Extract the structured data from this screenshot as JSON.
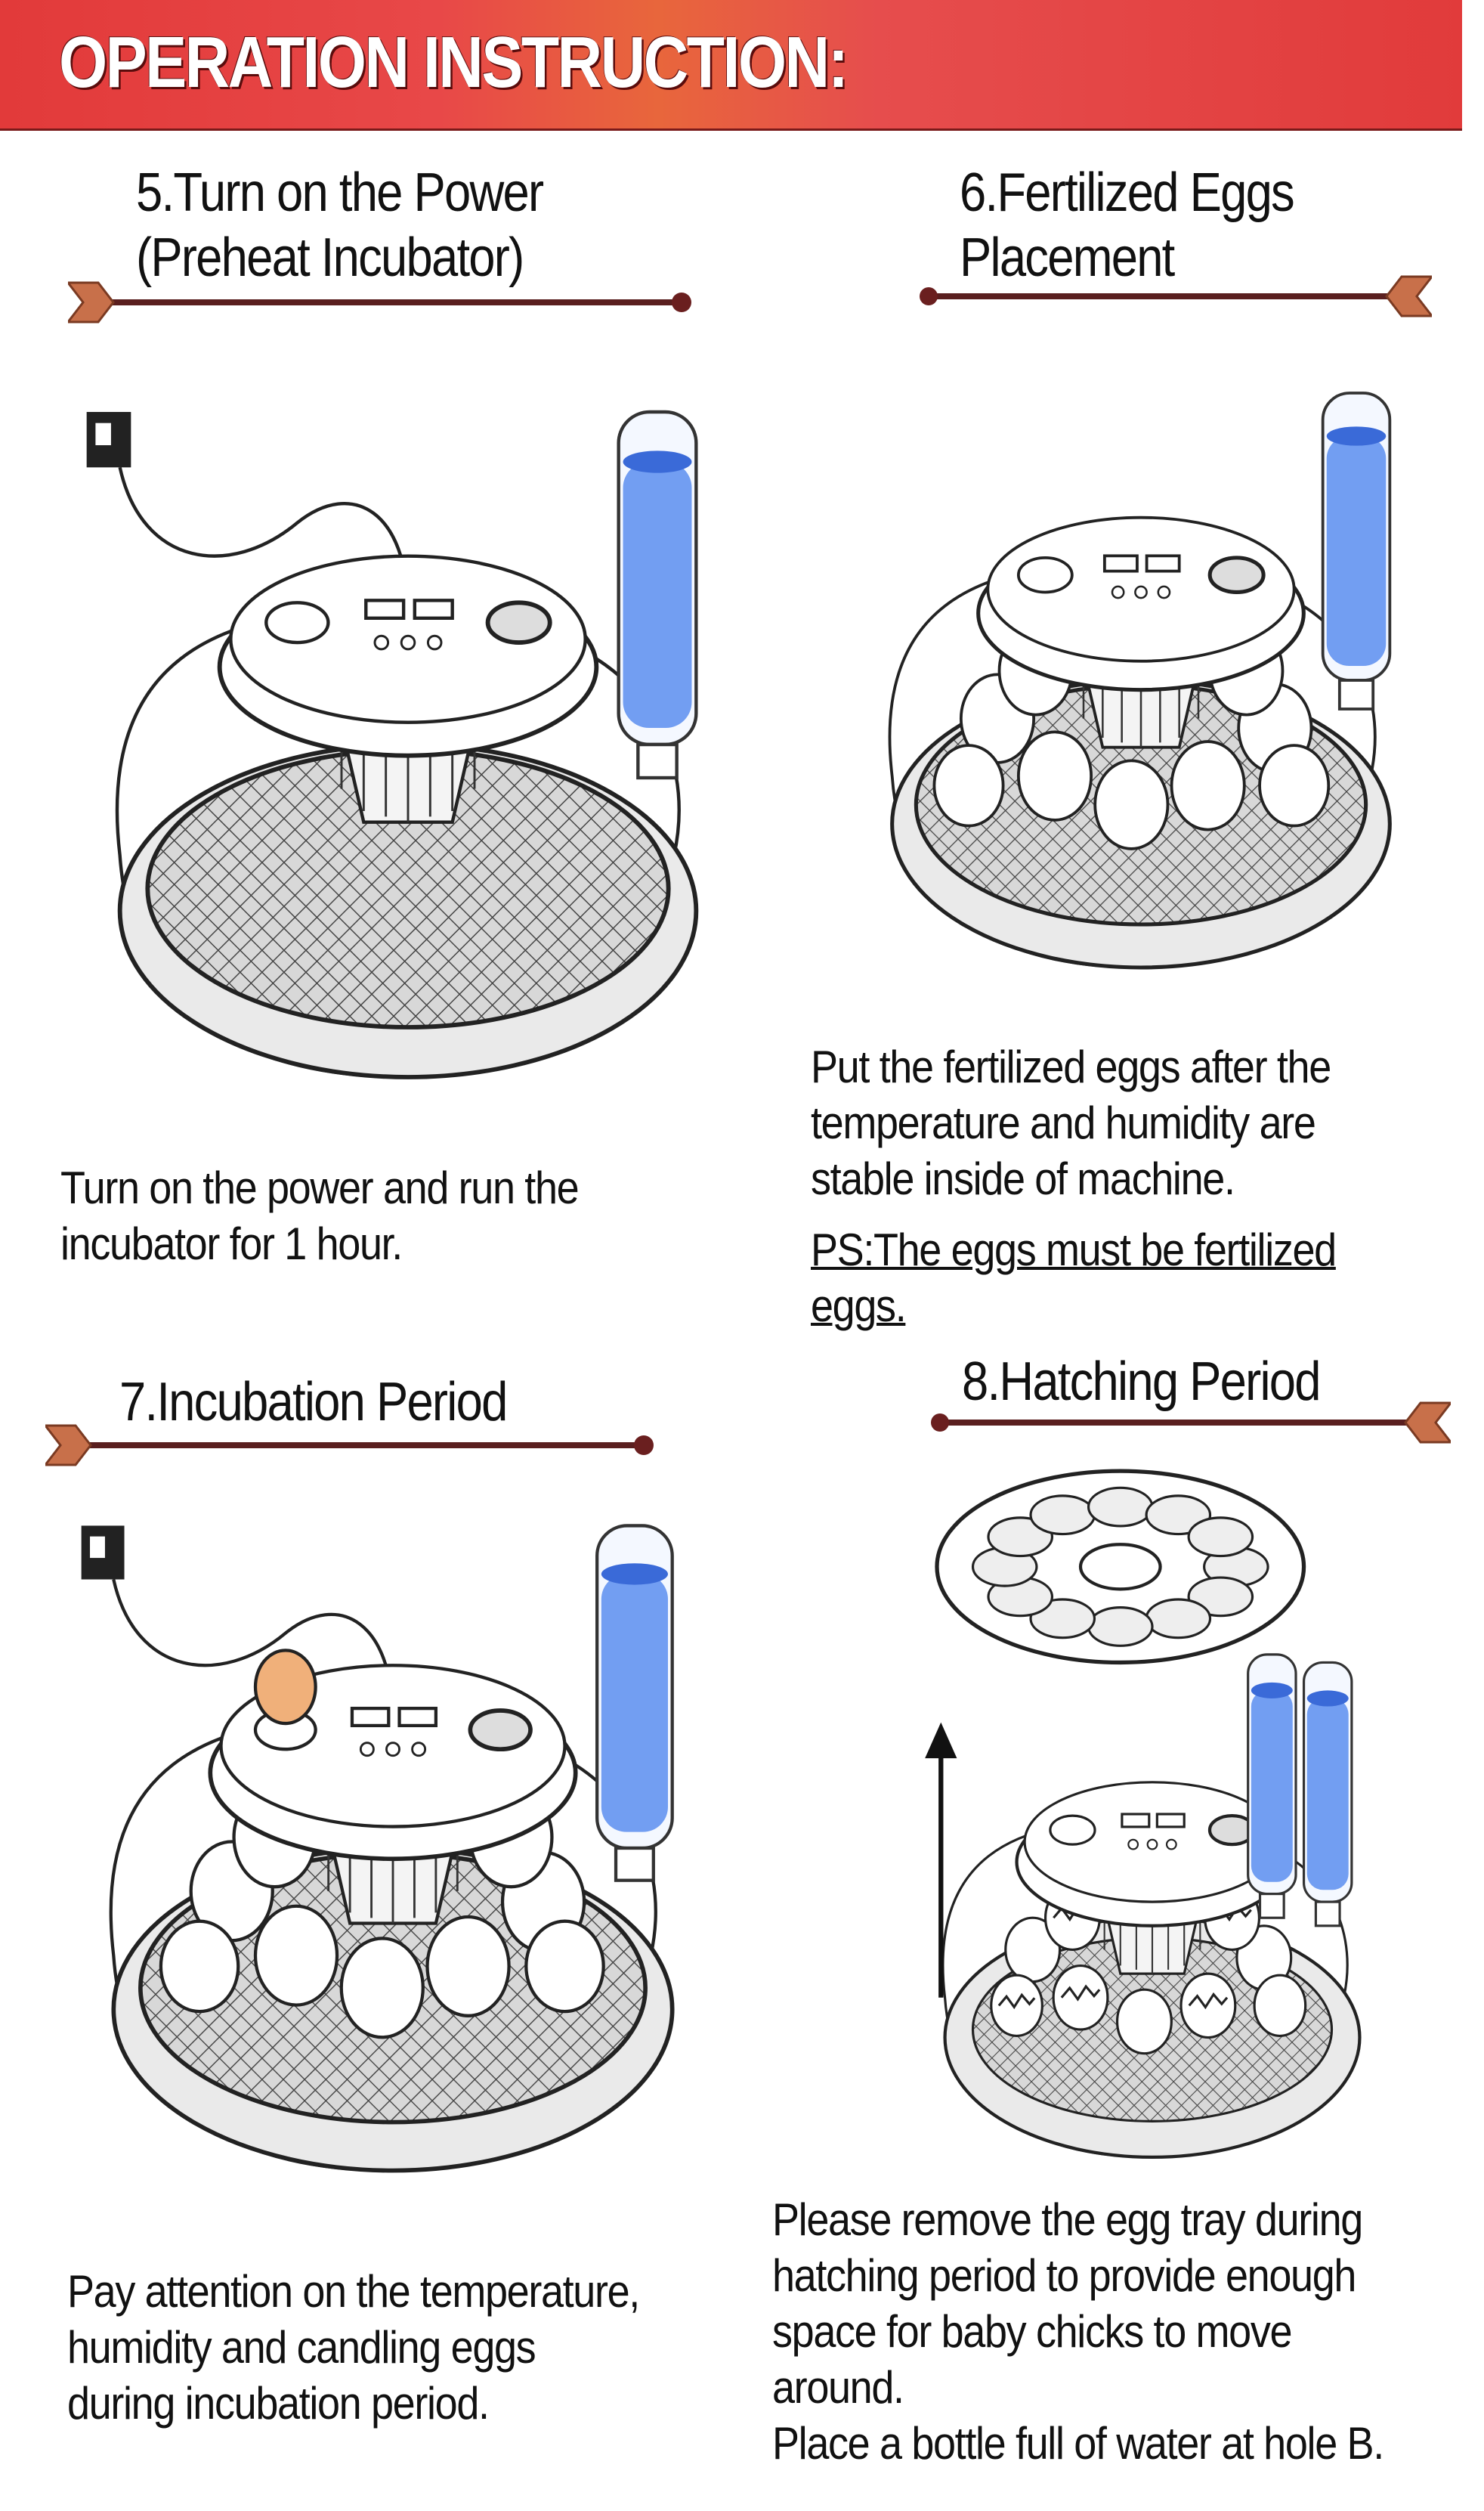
{
  "header": {
    "title": "OPERATION INSTRUCTION:",
    "color": "#e23a3a"
  },
  "steps": [
    {
      "title_lines": [
        "5.Turn on the Power",
        "(Preheat Incubator)"
      ],
      "body_lines": [
        "Turn on the power and run the",
        "incubator for 1 hour."
      ]
    },
    {
      "title_lines": [
        "6.Fertilized Eggs",
        "Placement"
      ],
      "body_lines": [
        "Put the fertilized eggs after the",
        "temperature and humidity are",
        "stable inside of machine."
      ],
      "ps_lines": [
        "PS:The eggs must be fertilized",
        "eggs."
      ]
    },
    {
      "title_lines": [
        "7.Incubation Period"
      ],
      "body_lines": [
        "Pay attention on the temperature,",
        "humidity and candling eggs",
        "during incubation period."
      ]
    },
    {
      "title_lines": [
        "8.Hatching Period"
      ],
      "body_lines": [
        "Please remove the egg tray during",
        "hatching period to provide enough",
        "space for baby chicks to move",
        "around.",
        "Place a bottle full of water at hole B."
      ]
    }
  ],
  "colors": {
    "water": "#5b8ef0",
    "arrow_shaft": "#5a1f1f",
    "arrow_fletch": "#c8704a",
    "candled_egg": "#f0b07a"
  }
}
